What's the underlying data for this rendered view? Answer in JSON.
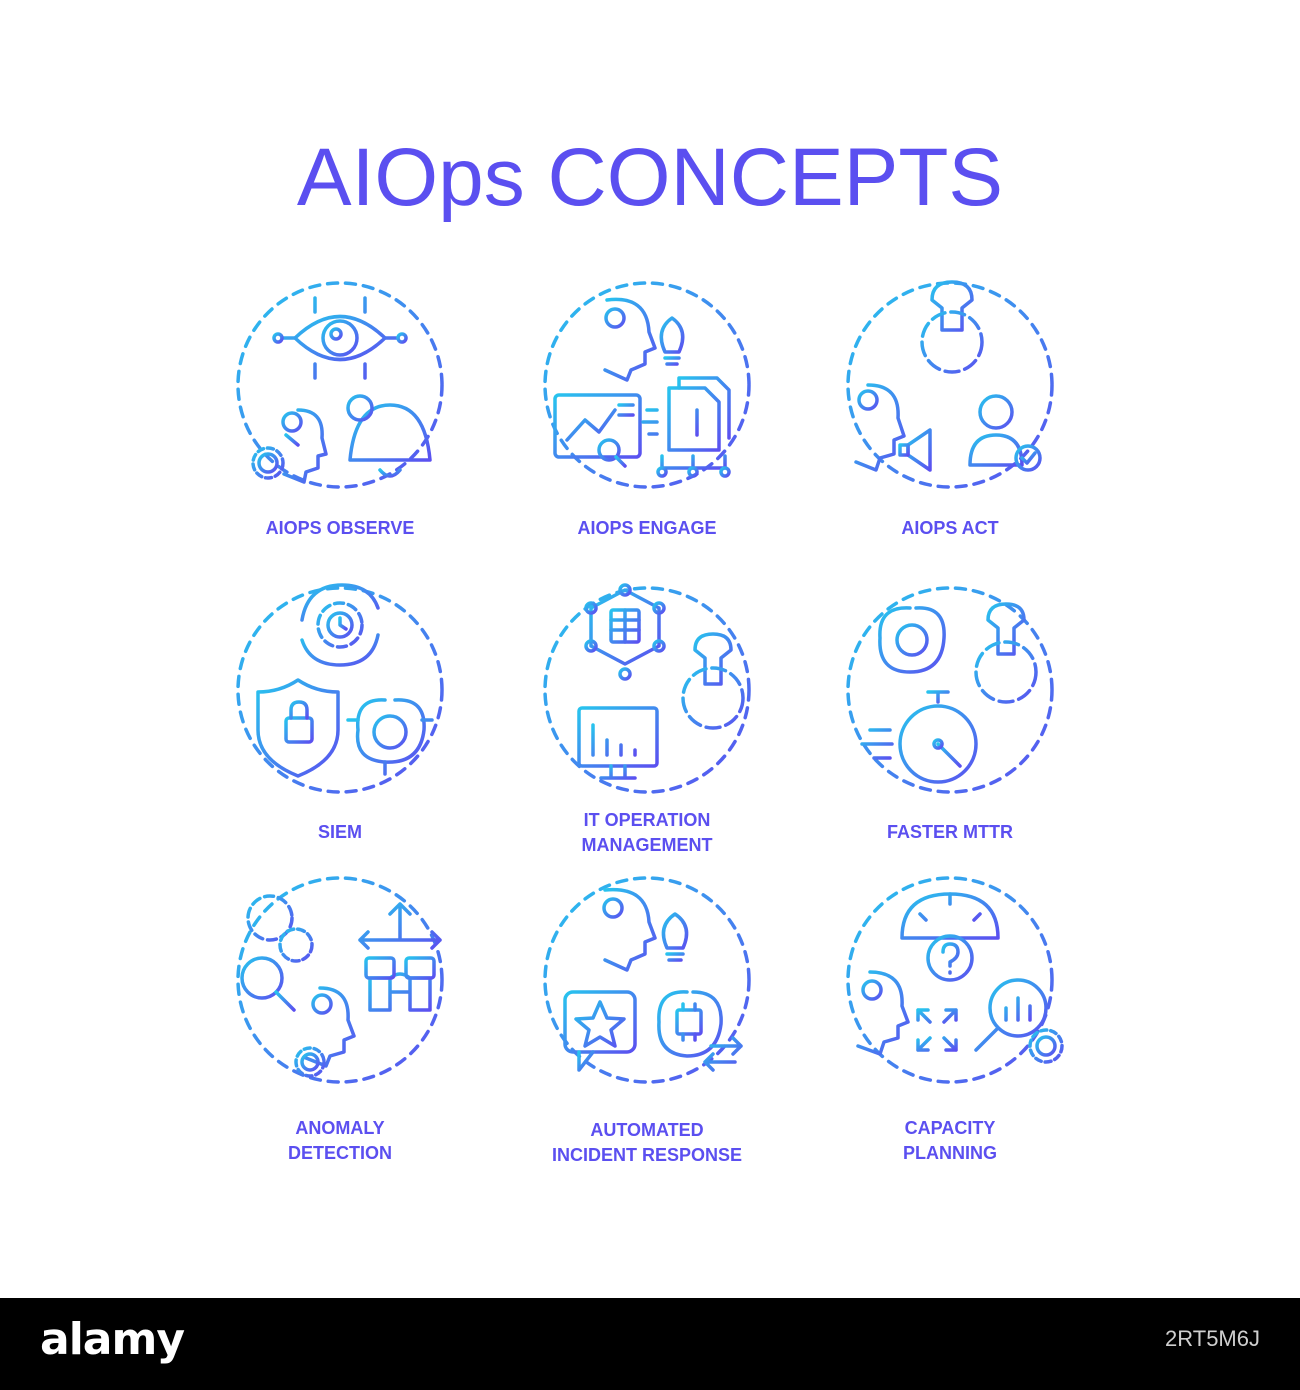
{
  "title": "AIOps CONCEPTS",
  "colors": {
    "gradient_start": "#27c4ee",
    "gradient_end": "#5b4ff0",
    "label": "#5b4ff0",
    "footer_bg": "#000000"
  },
  "concepts": [
    {
      "label": "AIOPS OBSERVE",
      "icons": [
        "eye-circuit-icon",
        "ai-head-icon",
        "gear-icon",
        "bell-icon"
      ]
    },
    {
      "label": "AIOPS ENGAGE",
      "icons": [
        "ai-head-icon",
        "lightbulb-icon",
        "dashboard-analytics-icon",
        "document-flow-icon"
      ]
    },
    {
      "label": "AIOPS ACT",
      "icons": [
        "wrench-gear-icon",
        "ai-head-icon",
        "megaphone-icon",
        "approved-user-icon"
      ]
    },
    {
      "label": "SIEM",
      "icons": [
        "cycle-gear-clock-icon",
        "shield-lock-icon",
        "ai-brain-icon"
      ]
    },
    {
      "label": "IT OPERATION\nMANAGEMENT",
      "icons": [
        "data-network-icon",
        "monitor-chart-icon",
        "wrench-gear-icon"
      ]
    },
    {
      "label": "FASTER MTTR",
      "icons": [
        "ai-brain-icon",
        "wrench-gear-icon",
        "stopwatch-icon"
      ]
    },
    {
      "label": "ANOMALY\nDETECTION",
      "icons": [
        "gears-search-icon",
        "ai-head-icon",
        "gear-icon",
        "binoculars-arrows-icon"
      ]
    },
    {
      "label": "AUTOMATED\nINCIDENT RESPONSE",
      "icons": [
        "ai-head-icon",
        "lightbulb-icon",
        "star-chat-icon",
        "chip-brain-icon"
      ]
    },
    {
      "label": "CAPACITY\nPLANNING",
      "icons": [
        "gauge-question-icon",
        "ai-head-icon",
        "scale-arrows-icon",
        "search-chart-icon",
        "gear-icon"
      ]
    }
  ],
  "footer": {
    "brand": "alamy",
    "image_id": "2RT5M6J"
  }
}
